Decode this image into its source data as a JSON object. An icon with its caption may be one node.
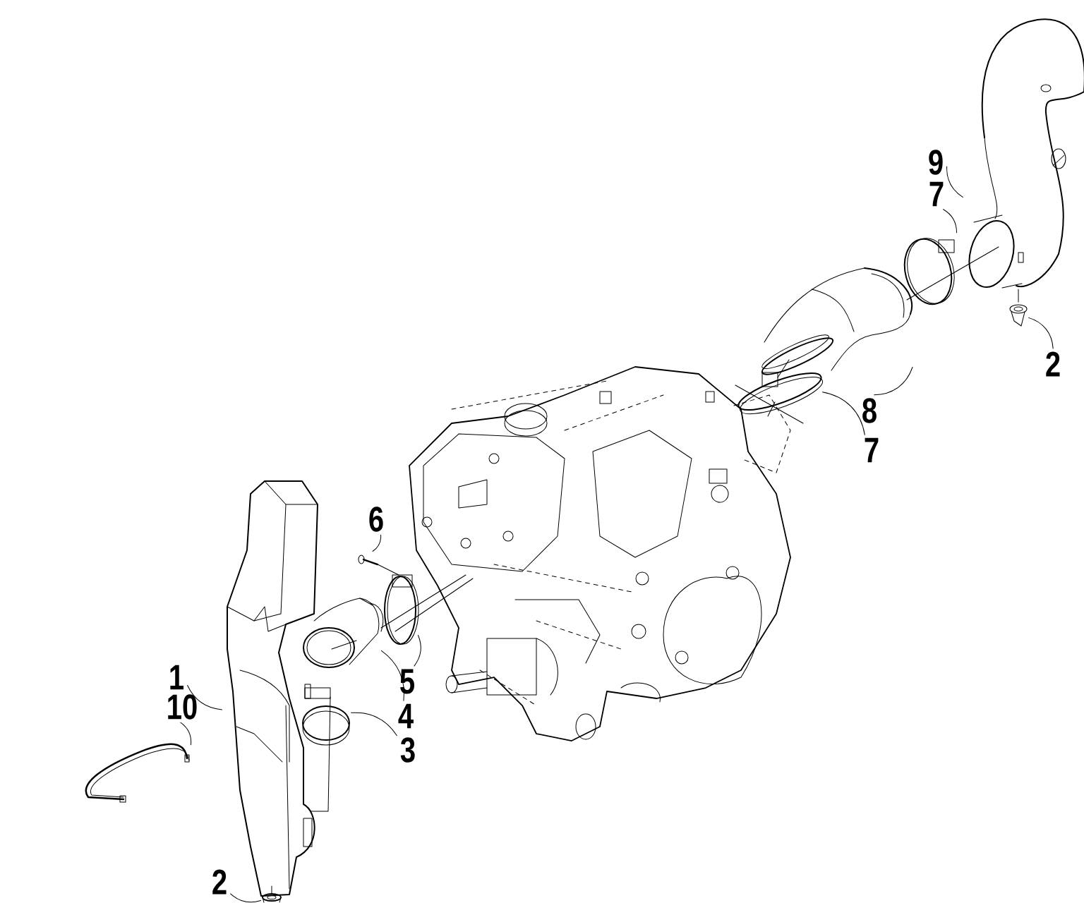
{
  "diagram": {
    "nodes": [
      {
        "text": [
          "9"
        ]
      },
      {
        "text": [
          "7"
        ]
      },
      {
        "text": [
          "2"
        ]
      },
      {
        "text": [
          "8"
        ]
      },
      {
        "text": [
          "7"
        ]
      },
      {
        "text": [
          "6"
        ]
      },
      {
        "text": [
          "1"
        ]
      },
      {
        "text": [
          "5"
        ]
      },
      {
        "text": [
          "10"
        ]
      },
      {
        "text": [
          "4"
        ]
      },
      {
        "text": [
          "3"
        ]
      },
      {
        "text": [
          "2"
        ]
      },
      {
        "text": [],
        "shape": "picture"
      },
      {
        "text": [],
        "shape": "picture"
      },
      {
        "text": [],
        "shape": "picture"
      },
      {
        "text": [],
        "shape": "picture"
      },
      {
        "text": [],
        "shape": "picture"
      },
      {
        "text": [],
        "shape": "picture"
      },
      {
        "text": [],
        "shape": "picture"
      },
      {
        "text": [],
        "shape": "picture"
      },
      {
        "text": [],
        "shape": "picture"
      },
      {
        "text": [],
        "shape": "picture"
      },
      {
        "text": [],
        "shape": "picture"
      },
      {
        "text": [],
        "shape": "picture"
      }
    ],
    "edges": [
      {
        "from": 0,
        "to": 22,
        "arrow": "none"
      },
      {
        "from": 1,
        "to": 21,
        "arrow": "none"
      },
      {
        "from": 2,
        "to": 23,
        "arrow": "none"
      },
      {
        "from": 3,
        "to": 20,
        "arrow": "none"
      },
      {
        "from": 4,
        "to": 19,
        "arrow": "none"
      },
      {
        "from": 5,
        "to": 17,
        "arrow": "none"
      },
      {
        "from": 6,
        "to": 13,
        "arrow": "none"
      },
      {
        "from": 7,
        "to": 18,
        "arrow": "none"
      },
      {
        "from": 8,
        "to": 12,
        "arrow": "none"
      },
      {
        "from": 9,
        "to": 16,
        "arrow": "none"
      },
      {
        "from": 10,
        "to": 15,
        "arrow": "none"
      },
      {
        "from": 11,
        "to": 14,
        "arrow": "none"
      }
    ]
  }
}
